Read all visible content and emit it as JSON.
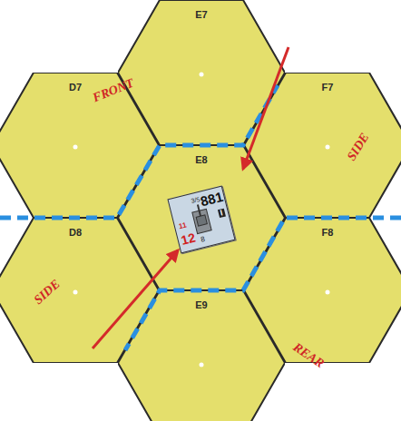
{
  "diagram": {
    "nodes": [
      {
        "text": [
          "E7"
        ]
      },
      {
        "text": [
          "D7"
        ]
      },
      {
        "text": [
          "F7"
        ]
      },
      {
        "text": [
          "E8"
        ]
      },
      {
        "text": [
          "D8"
        ]
      },
      {
        "text": [
          "F8"
        ]
      },
      {
        "text": [
          "E9"
        ]
      },
      {
        "text": [
          "881",
          "3/5",
          "I",
          "12",
          "11",
          "8"
        ],
        "in": 3
      }
    ],
    "labels": [
      "FRONT",
      "SIDE",
      "SIDE",
      "REAR"
    ]
  }
}
